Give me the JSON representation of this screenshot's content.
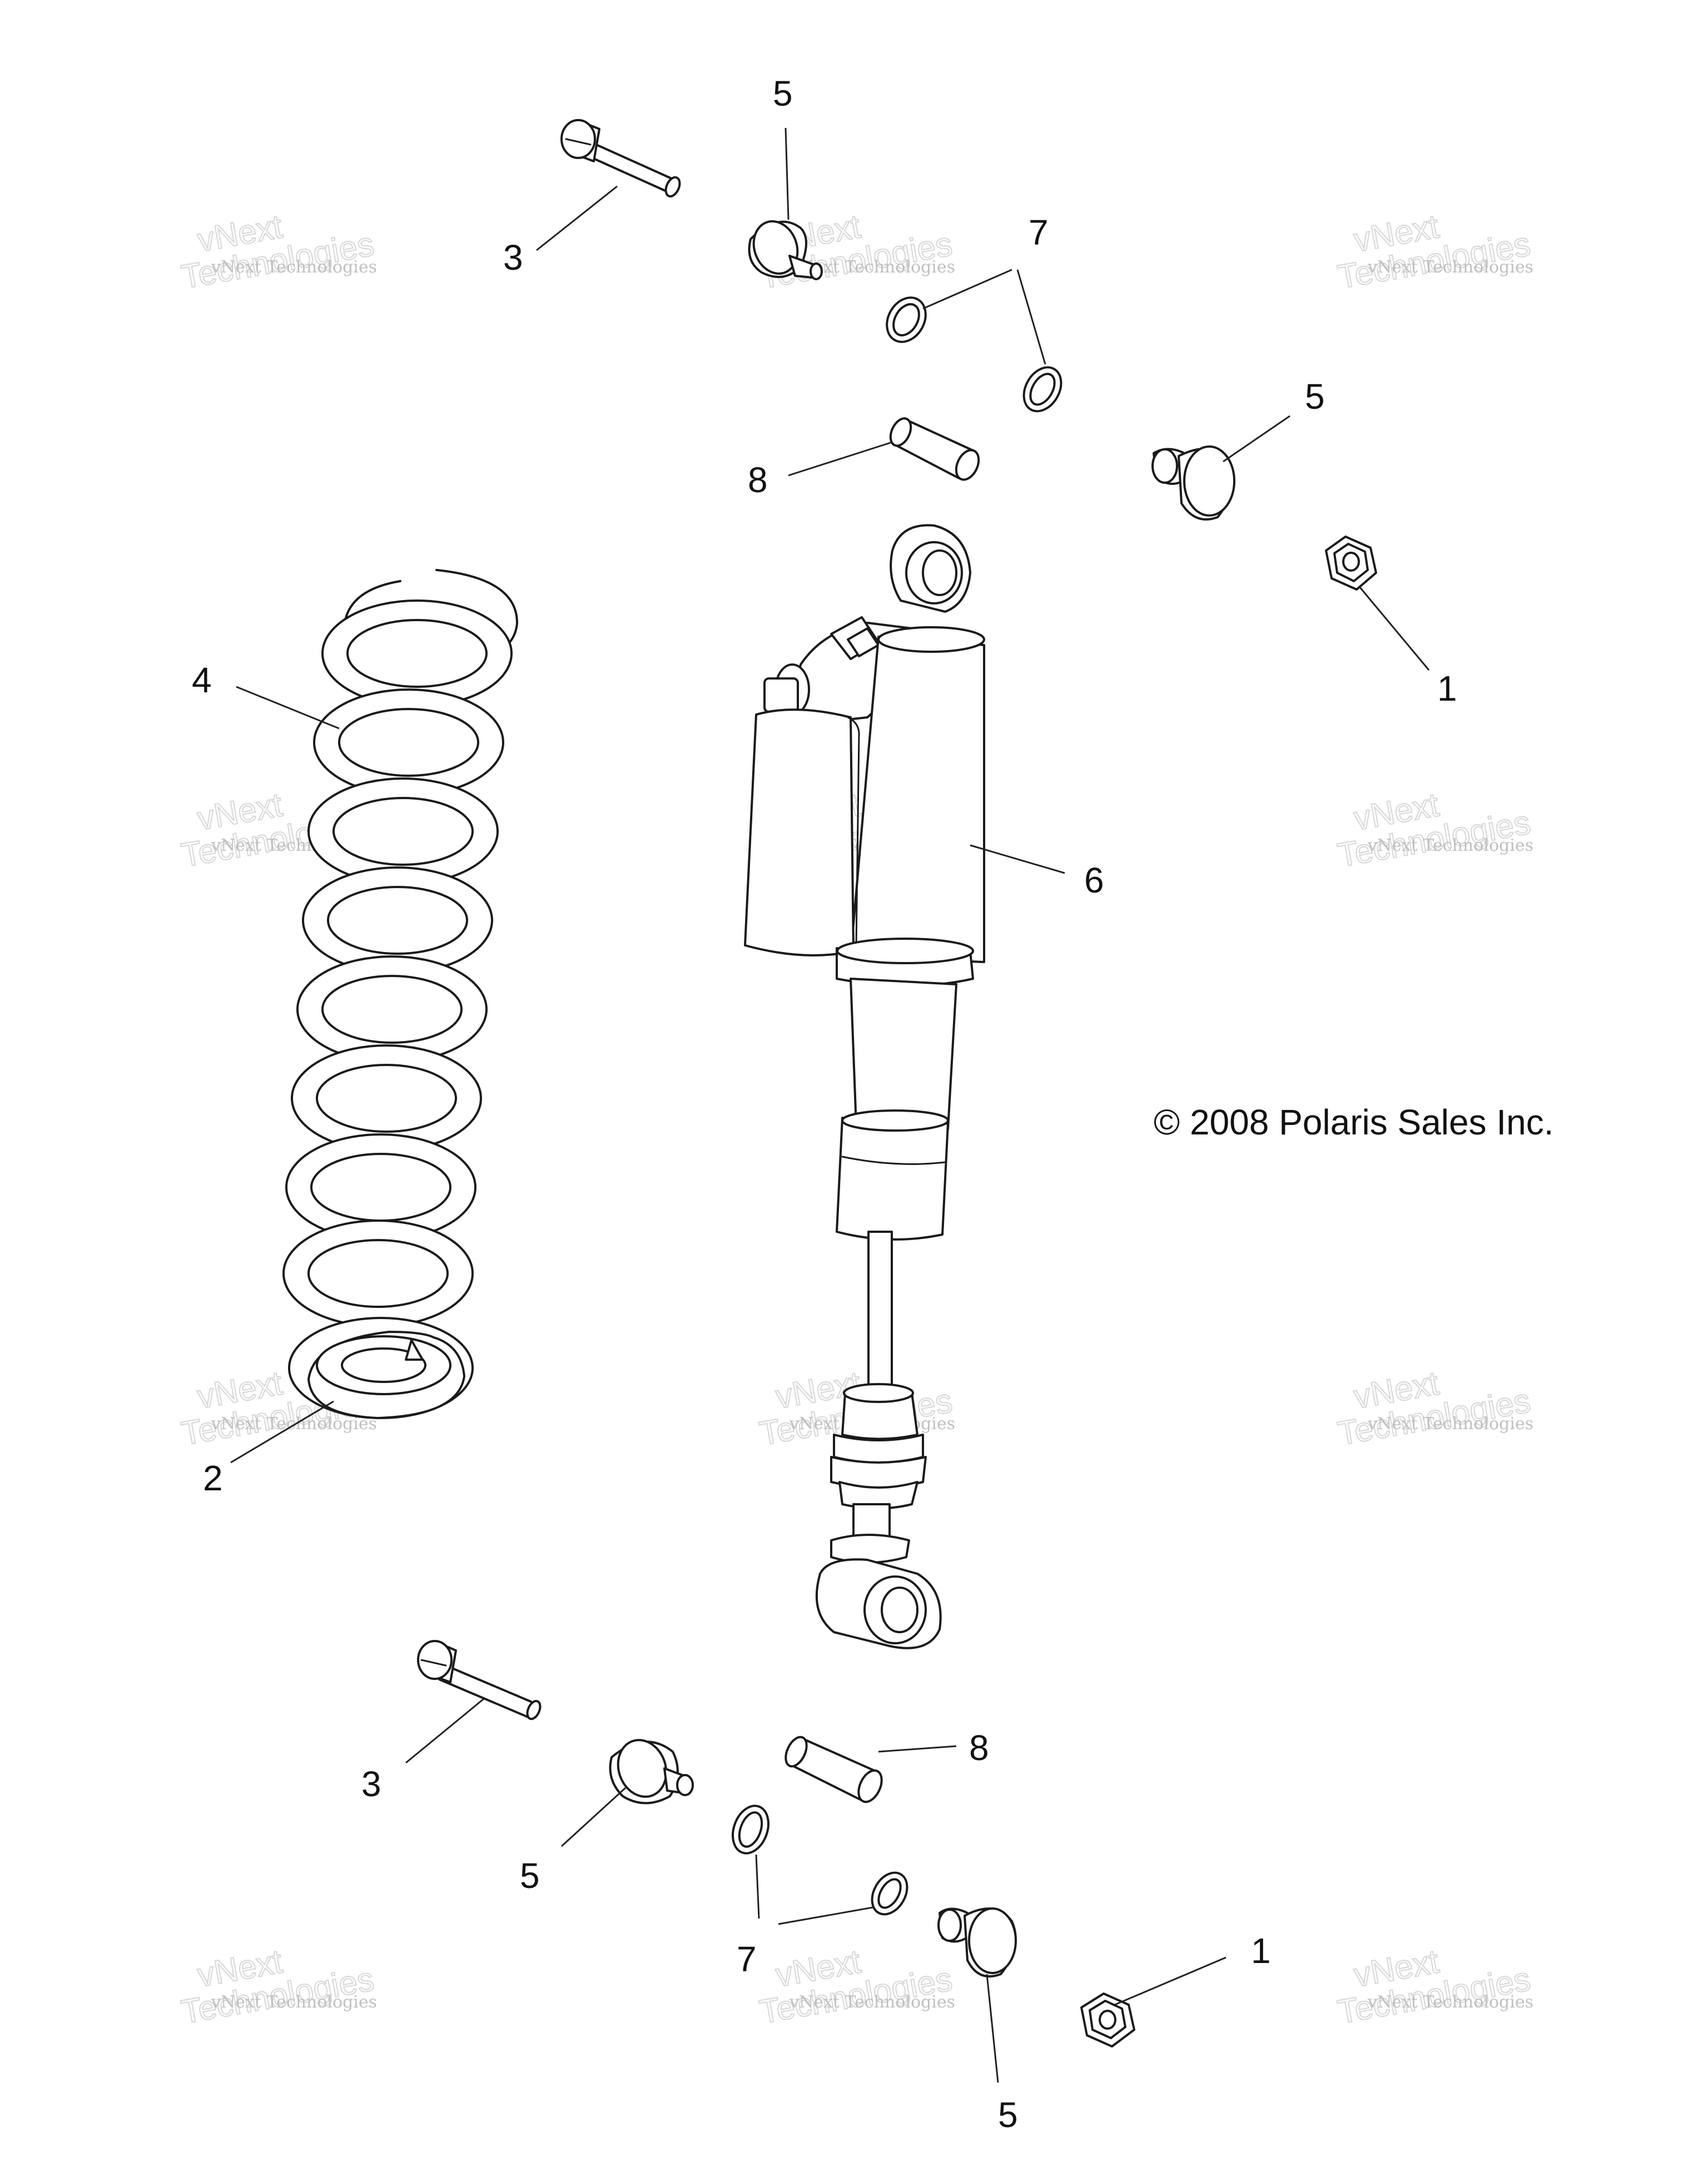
{
  "callouts": {
    "bolt_top": "3",
    "bushing_top_left": "5",
    "washers_top": "7",
    "sleeve_top": "8",
    "bushing_top_right": "5",
    "nut_top": "1",
    "spring": "4",
    "shock": "6",
    "spring_seat": "2",
    "bolt_bottom": "3",
    "bushing_bottom_left": "5",
    "sleeve_bottom": "8",
    "washers_bottom": "7",
    "bushing_bottom_right": "5",
    "nut_bottom": "1"
  },
  "copyright": "© 2008 Polaris Sales Inc.",
  "watermark": {
    "brand_small": "vNext Technologies",
    "brand_big_line1": "vNext",
    "brand_big_line2": "Technologies"
  }
}
